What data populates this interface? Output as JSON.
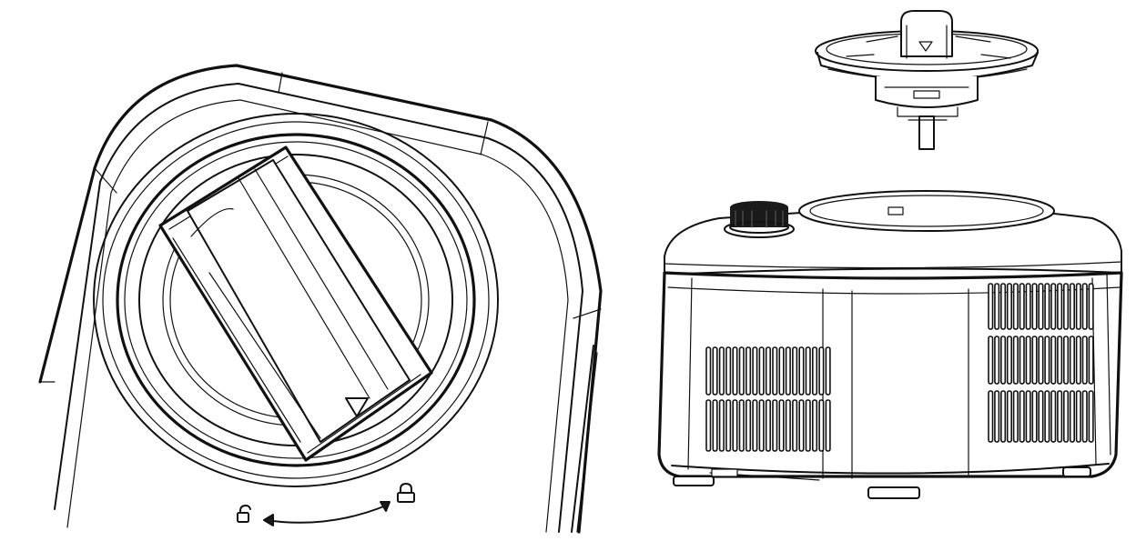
{
  "diagram": {
    "panels": [
      {
        "id": "lid-lock-closeup",
        "icon": "lock-icon"
      },
      {
        "id": "paddle-assembly",
        "icon": "paddle-icon"
      },
      {
        "id": "ice-cream-maker-base",
        "icon": "appliance-icon"
      }
    ],
    "symbols": {
      "align_marker": "triangle-pointer-icon",
      "unlock_marker": "unlocked-padlock-icon",
      "lock_marker": "locked-padlock-icon",
      "rotation": "curved-double-arrow-icon"
    },
    "colors": {
      "line": "#111111",
      "background": "#ffffff"
    }
  }
}
